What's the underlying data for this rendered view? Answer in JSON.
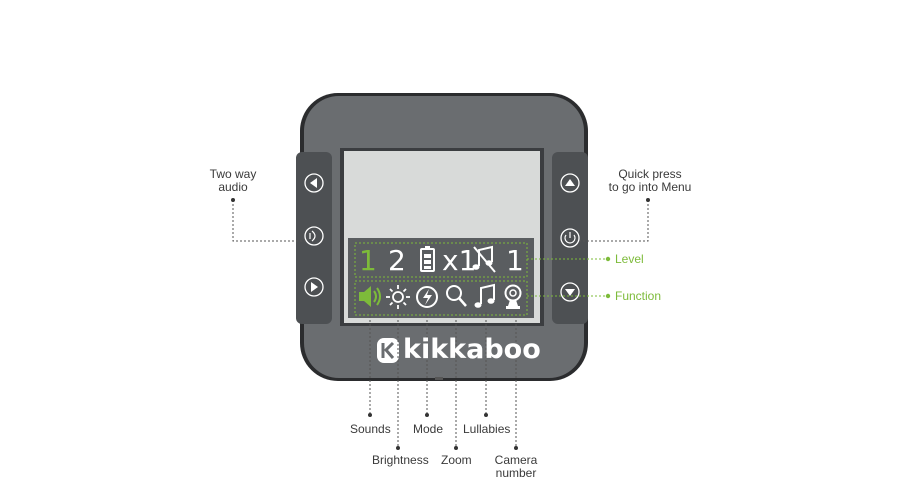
{
  "brand": {
    "name": "kikkaboo"
  },
  "screen": {
    "level_row": [
      "1",
      "2",
      "x1",
      "1"
    ],
    "function_row": [
      "sound-icon",
      "brightness-icon",
      "mode-icon",
      "zoom-icon",
      "lullaby-icon",
      "camera-icon"
    ],
    "level_row_icons": [
      "battery-icon",
      "music-off-icon"
    ]
  },
  "colors": {
    "accent": "#7dbb3a",
    "body": "#6a6d70",
    "screen": "#d8dad9",
    "panel": "#5a5d60"
  },
  "callouts": {
    "two_way_audio": "Two way audio",
    "two_way_audio_l1": "Two way",
    "two_way_audio_l2": "audio",
    "quick_press_l1": "Quick press",
    "quick_press_l2": "to go into Menu",
    "level": "Level",
    "function": "Function",
    "sounds": "Sounds",
    "brightness": "Brightness",
    "mode": "Mode",
    "zoom": "Zoom",
    "lullabies": "Lullabies",
    "camera_l1": "Camera",
    "camera_l2": "number"
  }
}
